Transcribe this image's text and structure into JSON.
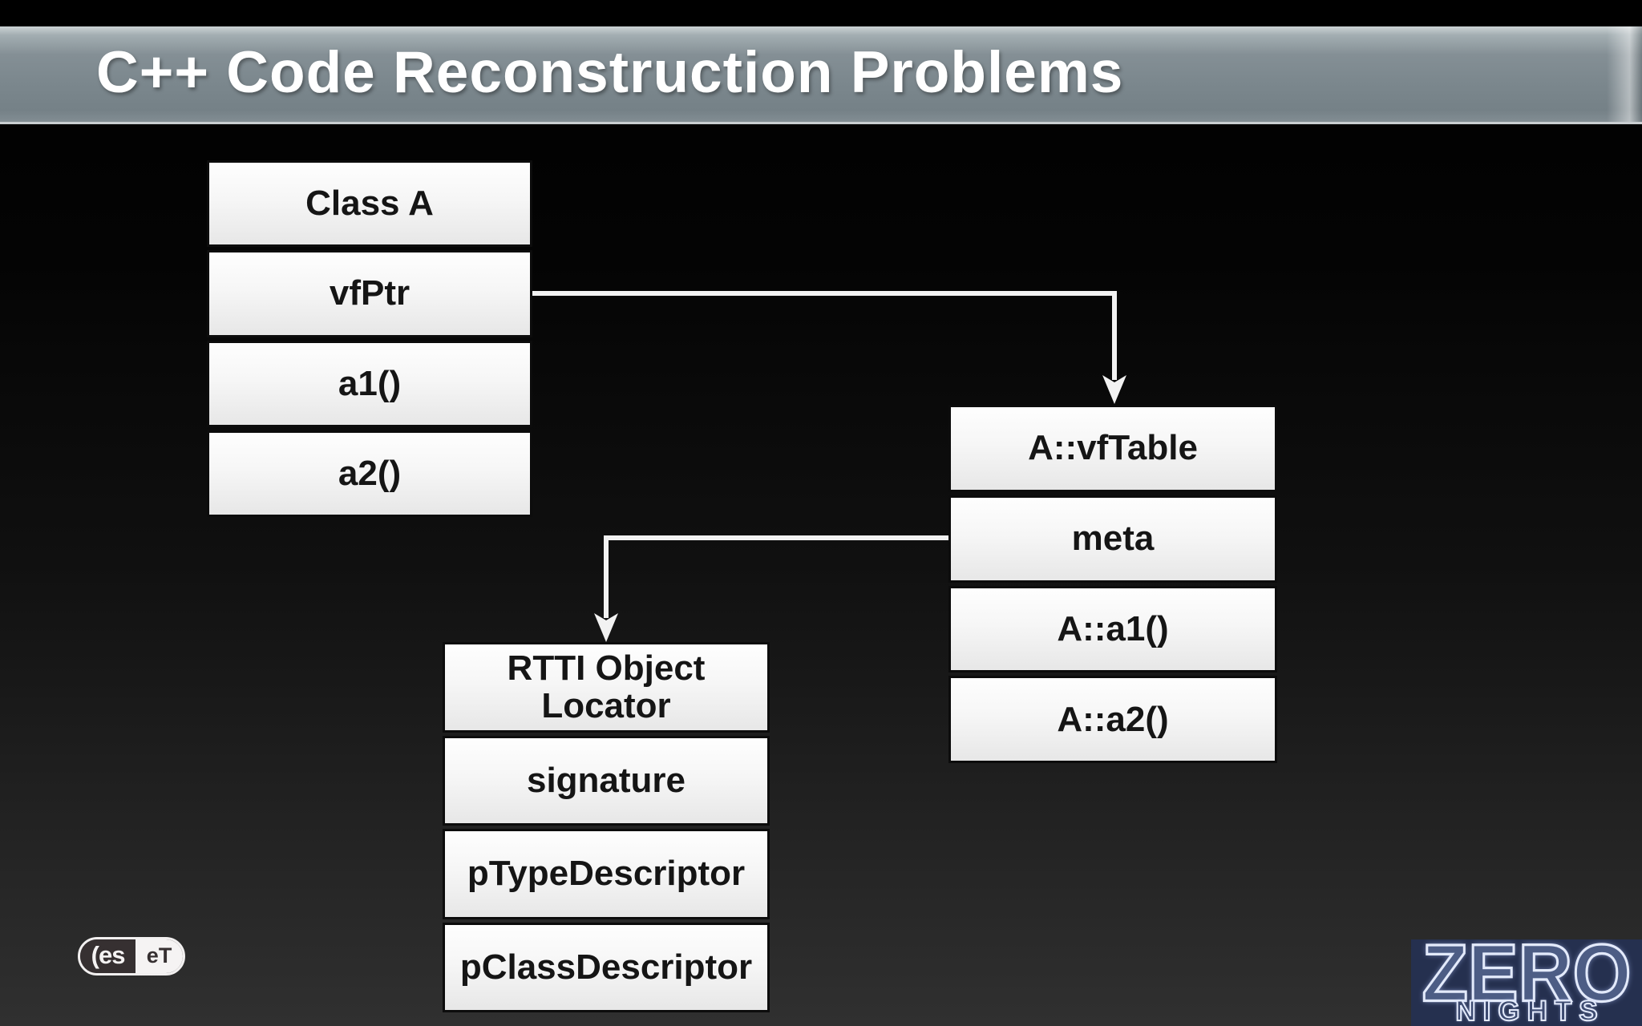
{
  "title_bar": {
    "text": "C++ Code Reconstruction Problems"
  },
  "boxes": {
    "class_a": {
      "header": "Class A",
      "rows": [
        "vfPtr",
        "a1()",
        "a2()"
      ]
    },
    "vftable": {
      "header": "A::vfTable",
      "rows": [
        "meta",
        "A::a1()",
        "A::a2()"
      ]
    },
    "rtti": {
      "header": "RTTI Object Locator",
      "rows": [
        "signature",
        "pTypeDescriptor",
        "pClassDescriptor"
      ]
    }
  },
  "connections": [
    {
      "from": "Class A / vfPtr",
      "to": "A::vfTable",
      "style": "elbow-arrow-down"
    },
    {
      "from": "A::vfTable / meta",
      "to": "RTTI Object Locator",
      "style": "elbow-arrow-down"
    }
  ],
  "logos": {
    "eset": {
      "left_text": "(es",
      "right_text": "eT"
    },
    "zeronights": {
      "line1": "ZERO",
      "line2": "NIGHTS"
    }
  },
  "colors": {
    "banner_gray": "#7e8a90",
    "banner_highlight": "#ccd3d5",
    "slide_bg_top": "#000000",
    "slide_bg_bottom": "#303030",
    "box_fill": "#f6f6f6",
    "box_border": "#0c0c0c",
    "box_text": "#151515",
    "arrow": "#f2f2f2",
    "eset_dark": "#363031",
    "eset_light": "#f5f3f3",
    "zeronights_bg": "#25304f",
    "zeronights_letter_fill": "#4d5d85",
    "zeronights_letter_outline": "#e3eafb"
  }
}
